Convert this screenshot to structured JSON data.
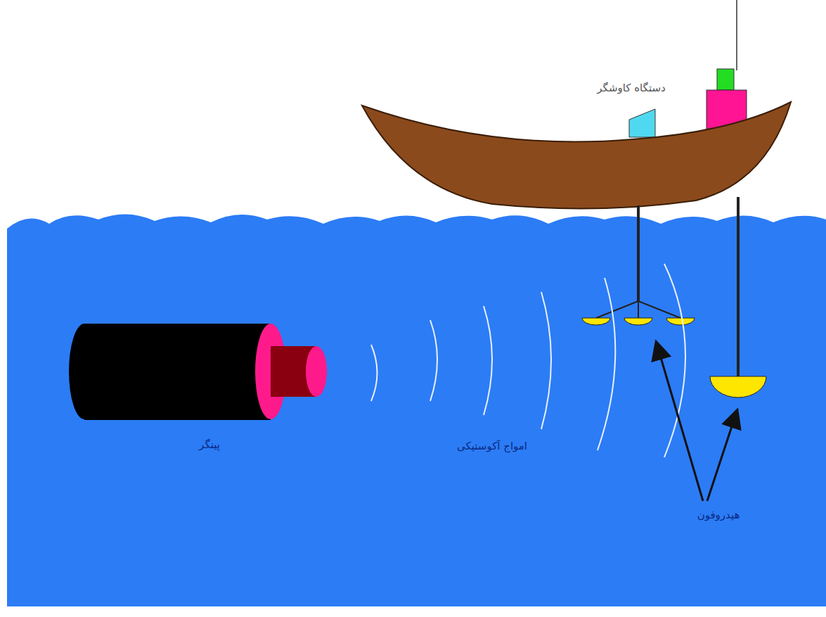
{
  "diagram": {
    "labels": [
      "دستگاه کاوشگر",
      "پینگر",
      "امواج آکوستیکی",
      "هیدروفون"
    ]
  }
}
